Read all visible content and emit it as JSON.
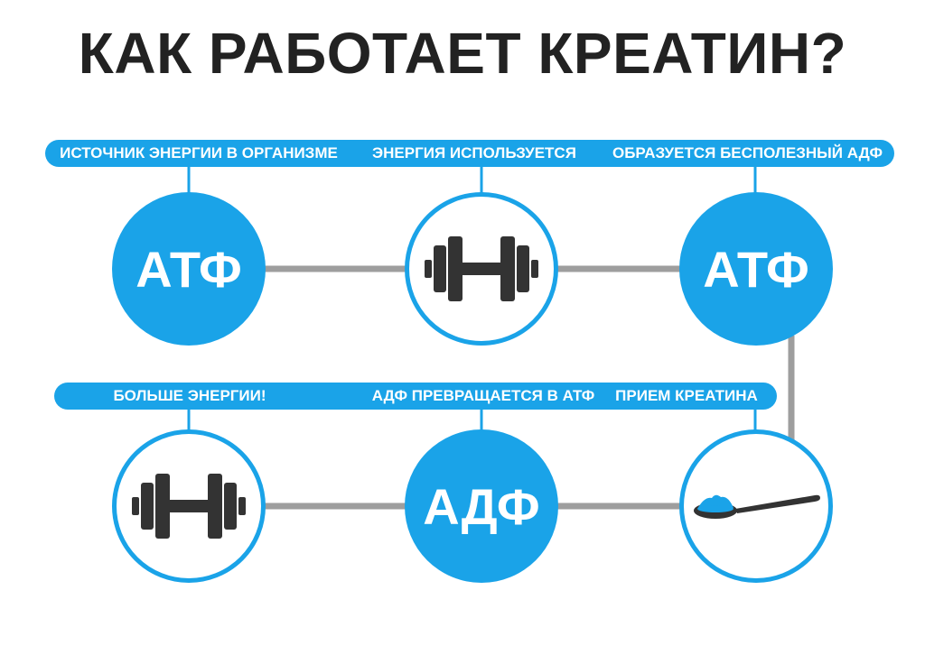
{
  "title": "КАК РАБОТАЕТ КРЕАТИН?",
  "accent_color": "#1aa3e8",
  "line_color": "#9e9e9e",
  "icon_color": "#333333",
  "top_row": {
    "labels": [
      "ИСТОЧНИК ЭНЕРГИИ В ОРГАНИЗМЕ",
      "ЭНЕРГИЯ ИСПОЛЬЗУЕТСЯ",
      "ОБРАЗУЕТСЯ БЕСПОЛЕЗНЫЙ АДФ"
    ],
    "nodes": [
      {
        "type": "text",
        "text": "АТФ"
      },
      {
        "type": "icon",
        "icon": "dumbbell-icon"
      },
      {
        "type": "text",
        "text": "АТФ"
      }
    ]
  },
  "bottom_row": {
    "labels": [
      "БОЛЬШЕ ЭНЕРГИИ!",
      "АДФ ПРЕВРАЩАЕТСЯ В АТФ",
      "ПРИЕМ КРЕАТИНА"
    ],
    "nodes": [
      {
        "type": "icon",
        "icon": "dumbbell-icon"
      },
      {
        "type": "text",
        "text": "АДФ"
      },
      {
        "type": "icon",
        "icon": "spoon-powder-icon"
      }
    ]
  }
}
